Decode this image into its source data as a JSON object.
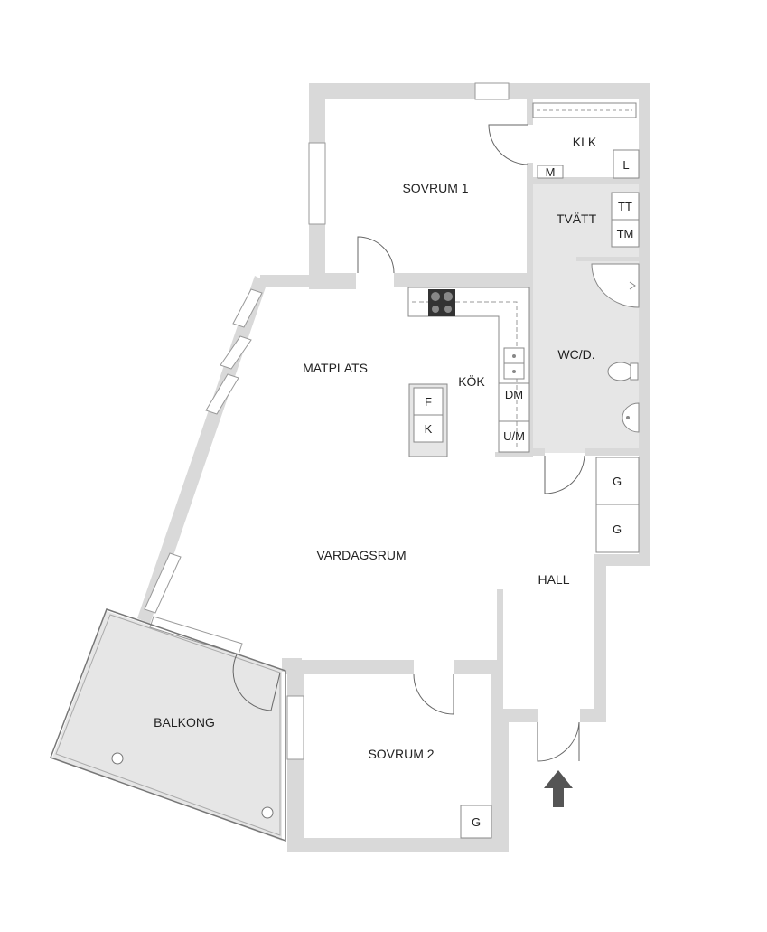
{
  "rooms": {
    "sovrum1": "SOVRUM 1",
    "klk": "KLK",
    "tvatt": "TVÄTT",
    "wc": "WC/D.",
    "matplats": "MATPLATS",
    "kok": "KÖK",
    "vardagsrum": "VARDAGSRUM",
    "hall": "HALL",
    "balkong": "BALKONG",
    "sovrum2": "SOVRUM 2"
  },
  "fixtures": {
    "klk_m": "M",
    "klk_l": "L",
    "tvatt_tt": "TT",
    "tvatt_tm": "TM",
    "kok_dm": "DM",
    "kok_um": "U/M",
    "island_f": "F",
    "island_k": "K",
    "hall_g1": "G",
    "hall_g2": "G",
    "sovrum2_g": "G"
  },
  "icons": {
    "entrance": "entrance-arrow-icon",
    "stove": "stove-icon",
    "sink": "sink-icon",
    "toilet": "toilet-icon",
    "washbasin": "washbasin-icon",
    "shower": "shower-icon"
  },
  "colors": {
    "wall": "#d9d9d9",
    "wet_room_floor": "#e6e6e6",
    "arrow": "#555555"
  }
}
